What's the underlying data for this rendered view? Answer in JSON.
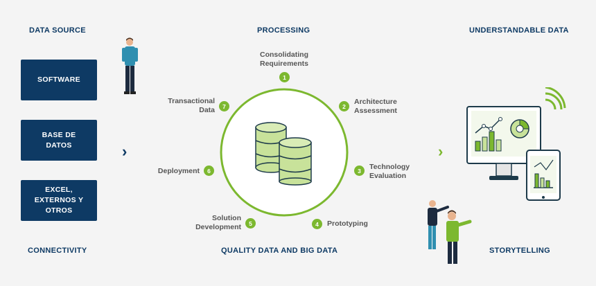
{
  "columns": {
    "data_source": "DATA SOURCE",
    "processing": "PROCESSING",
    "understandable_data": "UNDERSTANDABLE DATA",
    "connectivity": "CONNECTIVITY",
    "quality": "QUALITY DATA AND BIG DATA",
    "storytelling": "STORYTELLING"
  },
  "sources": [
    "SOFTWARE",
    "BASE DE\nDATOS",
    "EXCEL,\nEXTERNOS Y\nOTROS"
  ],
  "steps": [
    {
      "num": "1",
      "label": "Consolidating\nRequirements"
    },
    {
      "num": "2",
      "label": "Architecture\nAssessment"
    },
    {
      "num": "3",
      "label": "Technology\nEvaluation"
    },
    {
      "num": "4",
      "label": "Prototyping"
    },
    {
      "num": "5",
      "label": "Solution\nDevelopment"
    },
    {
      "num": "6",
      "label": "Deployment"
    },
    {
      "num": "7",
      "label": "Transactional\nData"
    }
  ],
  "arrows": {
    "left": "›",
    "right": "›"
  },
  "colors": {
    "navy": "#0e3a64",
    "green": "#7cb82f",
    "light_green": "#c8e29a"
  }
}
